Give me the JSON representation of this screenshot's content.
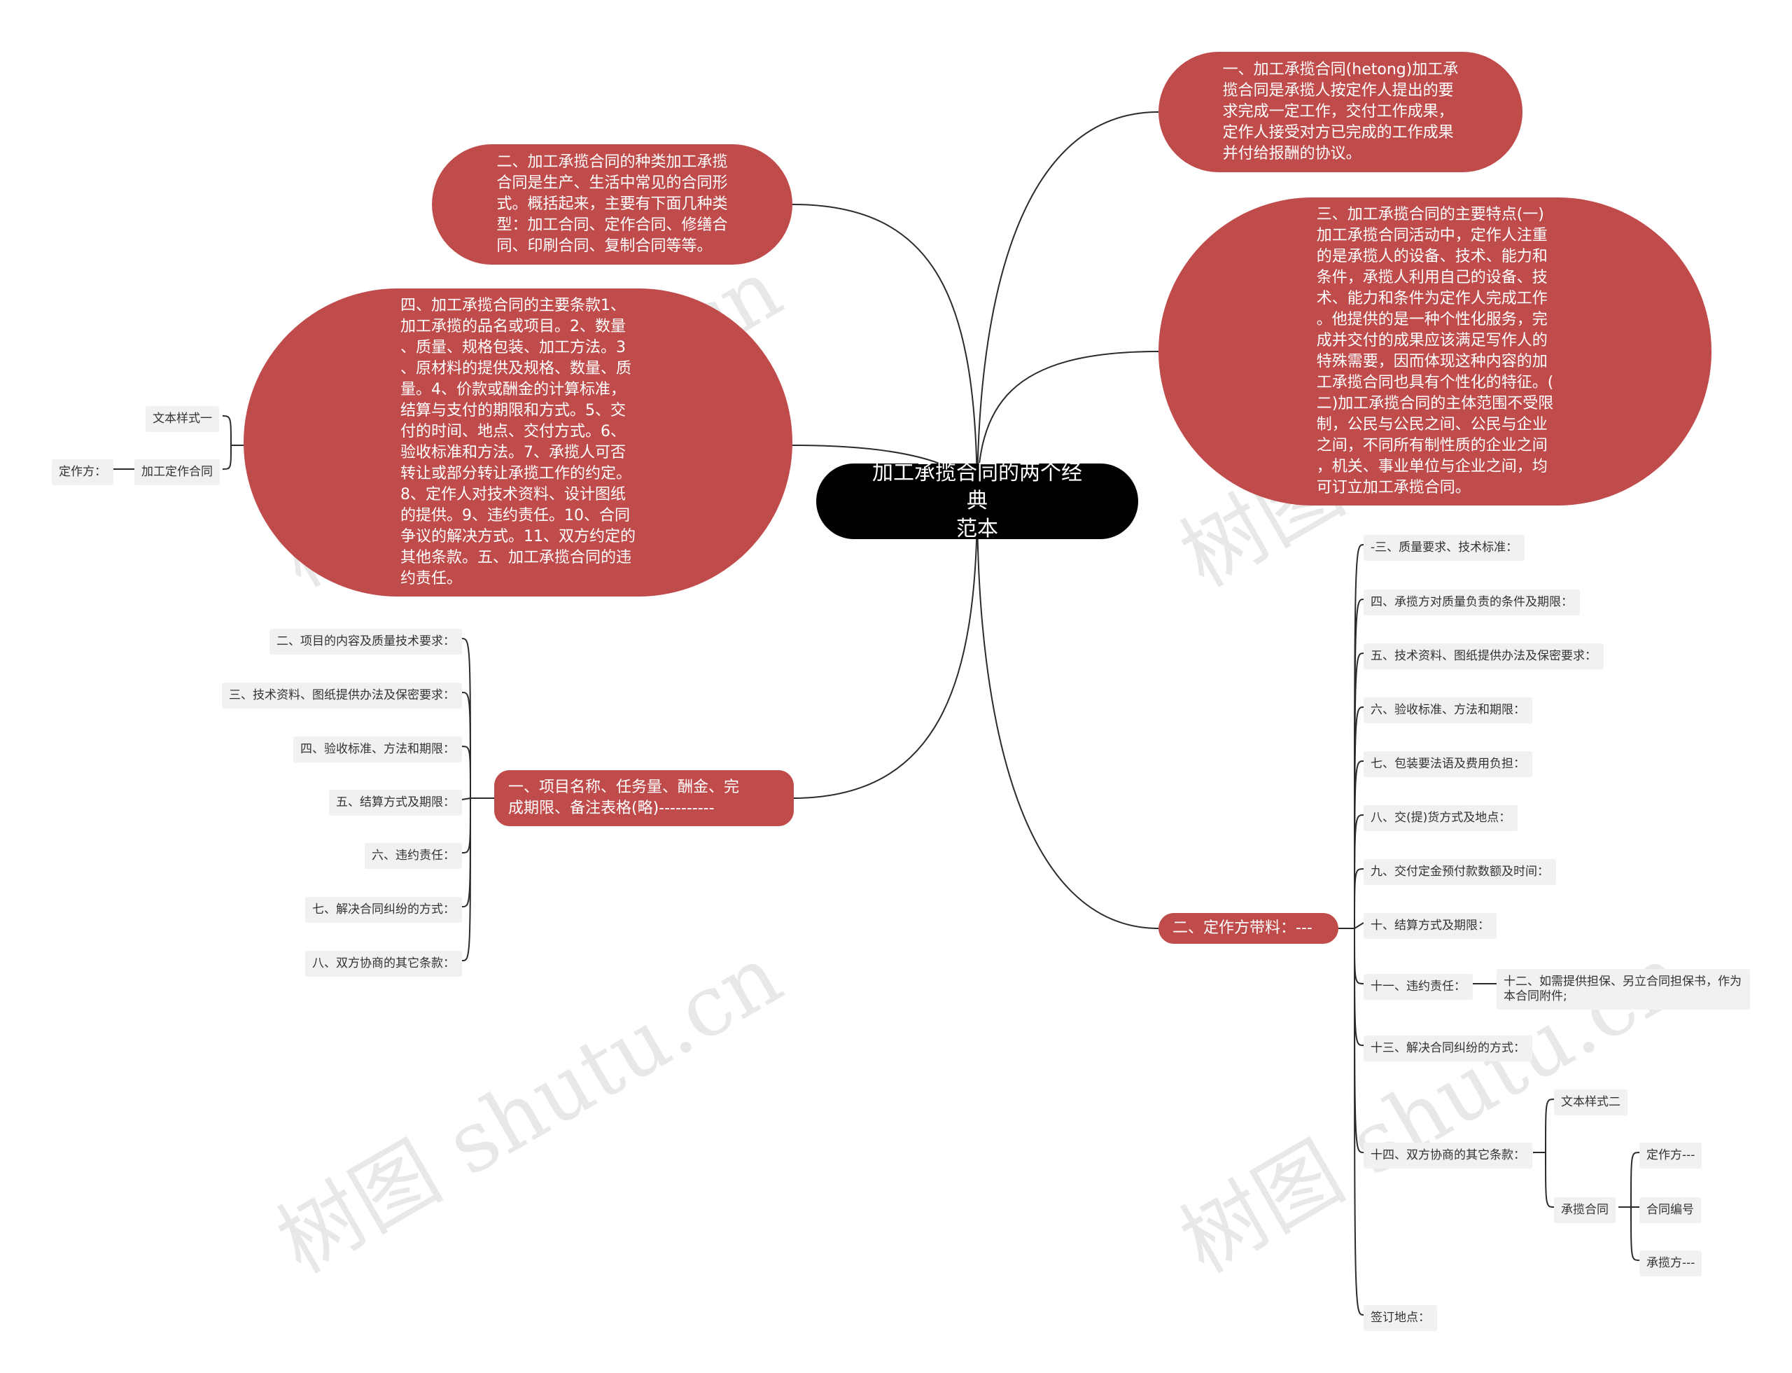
{
  "watermark": "树图 shutu.cn",
  "colors": {
    "node_red": "#c04b4b",
    "center_bg": "#000000",
    "leaf_bg": "#f1f1f1",
    "line": "#2b2b2b"
  },
  "center": {
    "title": "加工承揽合同的两个经典\n范本"
  },
  "bubbles": {
    "def": "一、加工承揽合同(hetong)加工承\n揽合同是承揽人按定作人提出的要\n求完成一定工作，交付工作成果，\n定作人接受对方已完成的工作成果\n并付给报酬的协议。",
    "types": "二、加工承揽合同的种类加工承揽\n合同是生产、生活中常见的合同形\n式。概括起来，主要有下面几种类\n型：加工合同、定作合同、修缮合\n同、印刷合同、复制合同等等。",
    "features": "三、加工承揽合同的主要特点(一)\n加工承揽合同活动中，定作人注重\n的是承揽人的设备、技术、能力和\n条件，承揽人利用自己的设备、技\n术、能力和条件为定作人完成工作\n。他提供的是一种个性化服务，完\n成并交付的成果应该满足写作人的\n特殊需要，因而体现这种内容的加\n工承揽合同也具有个性化的特征。(\n二)加工承揽合同的主体范围不受限\n制，公民与公民之间、公民与企业\n之间，不同所有制性质的企业之间\n，机关、事业单位与企业之间，均\n可订立加工承揽合同。",
    "terms": "四、加工承揽合同的主要条款1、\n加工承揽的品名或项目。2、数量\n、质量、规格包装、加工方法。3\n、原材料的提供及规格、数量、质\n量。4、价款或酬金的计算标准，\n结算与支付的期限和方式。5、交\n付的时间、地点、交付方式。6、\n验收标准和方法。7、承揽人可否\n转让或部分转让承揽工作的约定。\n8、定作人对技术资料、设计图纸\n的提供。9、违约责任。10、合同\n争议的解决方式。11、双方约定的\n其他条款。五、加工承揽合同的违\n约责任。"
  },
  "left_small": {
    "style1": "文本样式一",
    "custom": "加工定作合同",
    "party": "定作方："
  },
  "project": {
    "label": "一、项目名称、任务量、酬金、完\n成期限、备注表格(略)----------",
    "items": [
      "二、项目的内容及质量技术要求：",
      "三、技术资料、图纸提供办法及保密要求：",
      "四、验收标准、方法和期限：",
      "五、结算方式及期限：",
      "六、违约责任：",
      "七、解决合同纠纷的方式：",
      "八、双方协商的其它条款："
    ]
  },
  "materials": {
    "label": "二、定作方带料：---",
    "items": [
      "-三、质量要求、技术标准：",
      "四、承揽方对质量负责的条件及期限：",
      "五、技术资料、图纸提供办法及保密要求：",
      "六、验收标准、方法和期限：",
      "七、包装要法语及费用负担：",
      "八、交(提)货方式及地点：",
      "九、交付定金预付款数额及时间：",
      "十、结算方式及期限：",
      "十一、违约责任：",
      "十三、解决合同纠纷的方式：",
      "十四、双方协商的其它条款：",
      "签订地点："
    ],
    "guarantee": "十二、如需提供担保、另立合同担保书，作为\n本合同附件;",
    "style2": "文本样式二",
    "contract": "承揽合同",
    "contract_children": [
      "定作方---",
      "合同编号",
      "承揽方---"
    ]
  }
}
